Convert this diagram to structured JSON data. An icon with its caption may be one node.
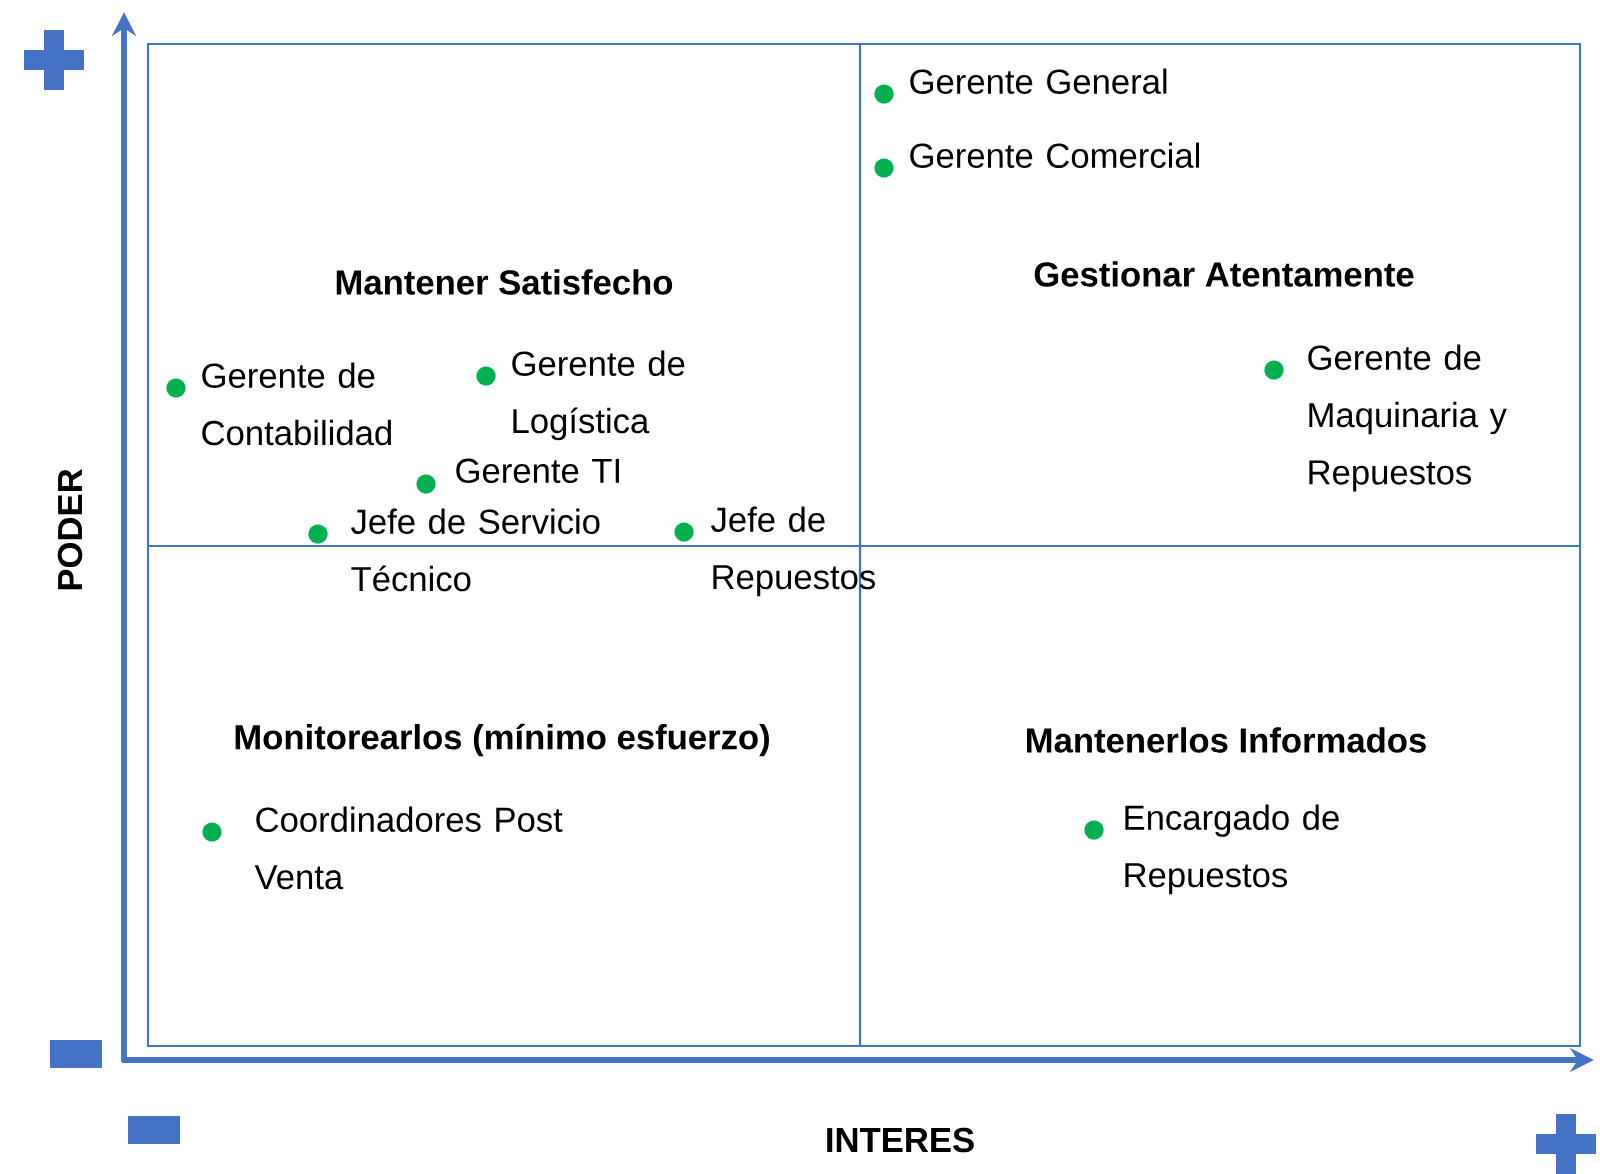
{
  "diagram": {
    "nodes": [
      {
        "text": [
          "Mantener Satisfecho"
        ]
      },
      {
        "text": [
          "Gestionar Atentamente"
        ]
      },
      {
        "text": [
          "Monitorearlos (mínimo esfuerzo)"
        ]
      },
      {
        "text": [
          "Mantenerlos Informados"
        ]
      }
    ],
    "labels": [
      "Gerente General",
      "Gerente Comercial",
      "Gerente de Contabilidad",
      "Gerente de Logística",
      "Gerente de Maquinaria y Repuestos",
      "Gerente TI",
      "Jefe de Servicio Técnico",
      "Jefe de Repuestos",
      "Coordinadores Post Venta",
      "Encargado de Repuestos",
      "PODER",
      "INTERES"
    ]
  }
}
